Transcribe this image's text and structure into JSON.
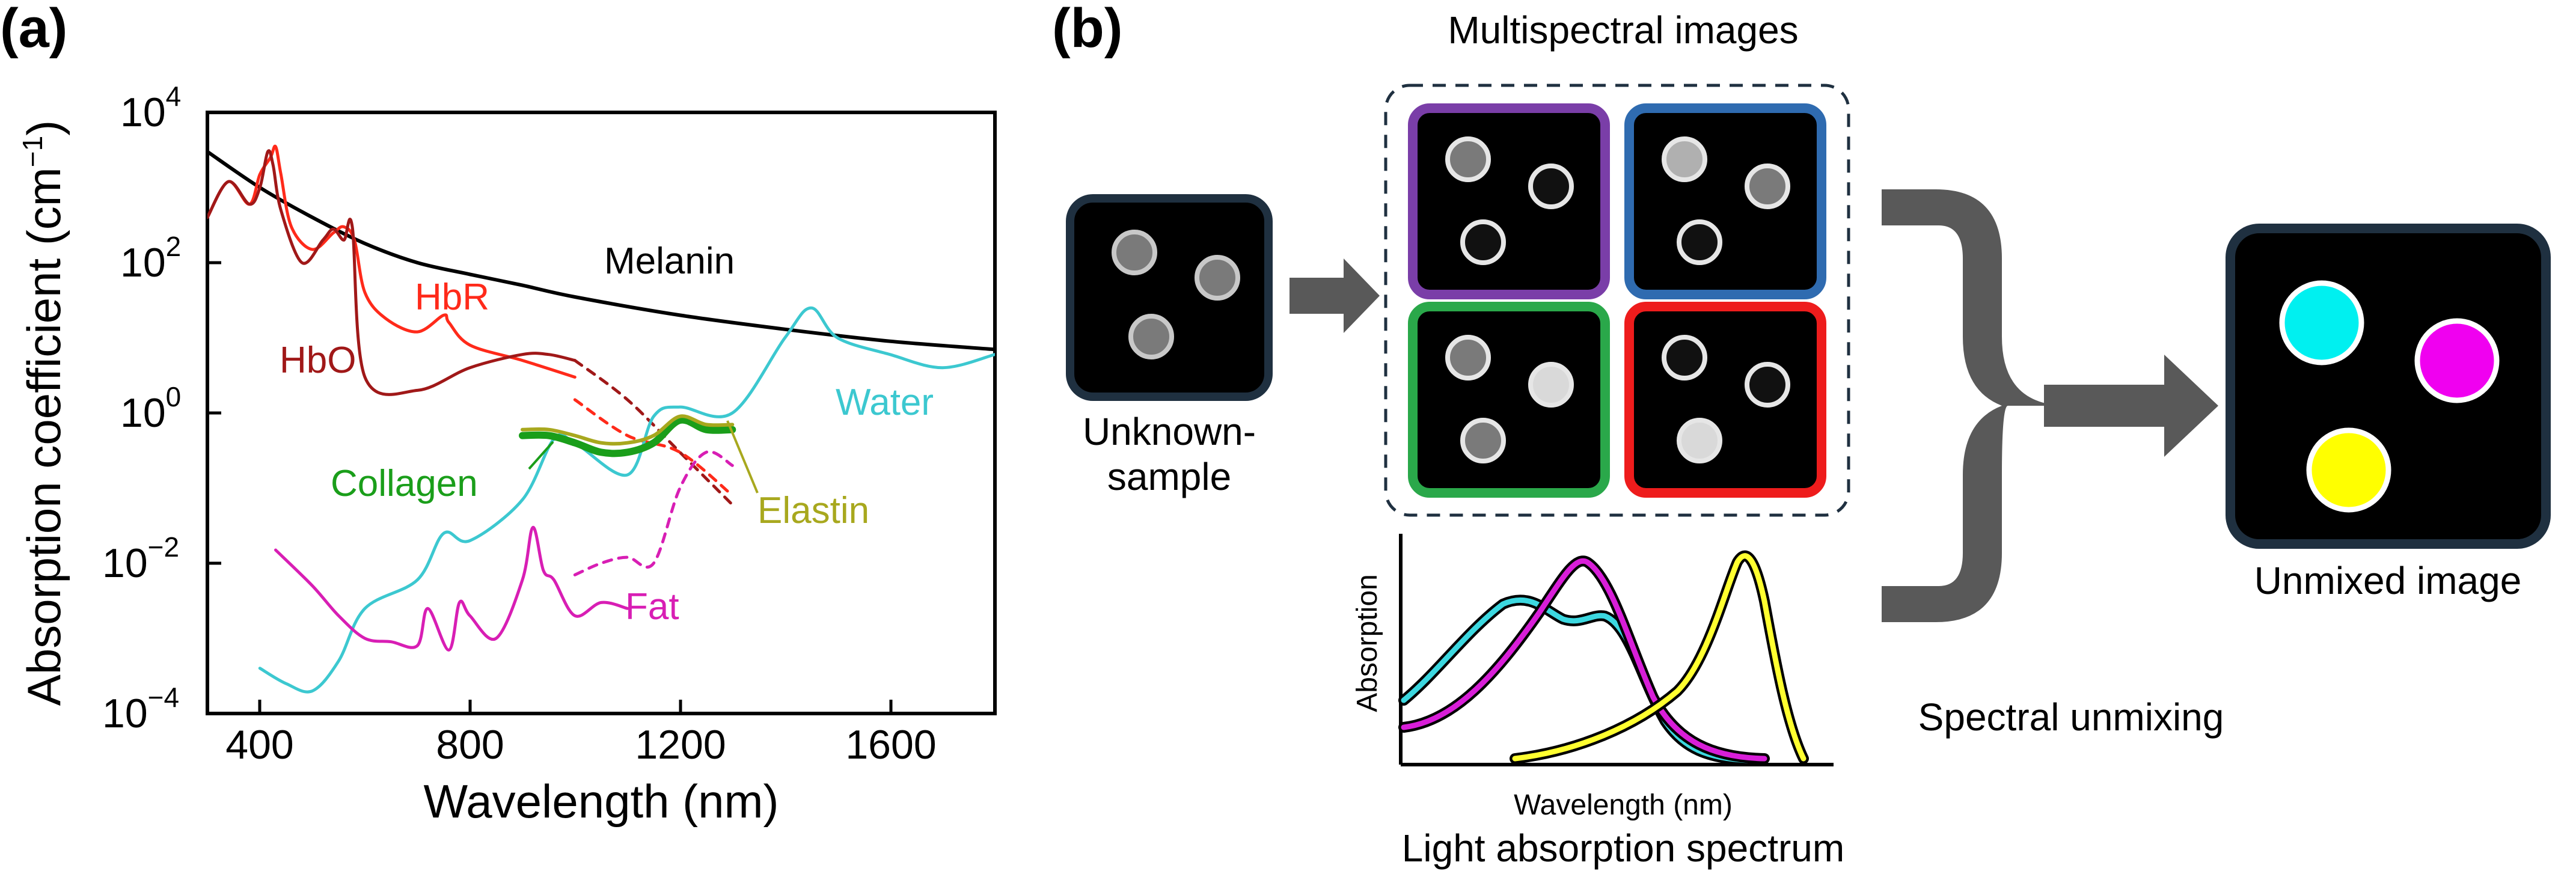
{
  "panel_a": {
    "label": "(a)",
    "ylabel_main": "Absorption coefficient (cm",
    "ylabel_sup": "−1",
    "ylabel_close": ")",
    "xlabel": "Wavelength (nm)",
    "xtick_labels": [
      "400",
      "800",
      "1200",
      "1600"
    ],
    "ytick_base": "10",
    "ytick_exponents": [
      "4",
      "2",
      "0",
      "−2",
      "−4"
    ],
    "series_labels": {
      "melanin": "Melanin",
      "hbr": "HbR",
      "hbo": "HbO",
      "water": "Water",
      "collagen": "Collagen",
      "elastin": "Elastin",
      "fat": "Fat"
    }
  },
  "panel_b": {
    "label": "(b)",
    "unknown_sample_line1": "Unknown-",
    "unknown_sample_line2": "sample",
    "multispectral_title": "Multispectral images",
    "spectrum_ylabel": "Absorption",
    "spectrum_xlabel": "Wavelength (nm)",
    "spectrum_title": "Light absorption spectrum",
    "spectral_unmixing": "Spectral unmixing",
    "unmixed_image": "Unmixed image"
  },
  "colors": {
    "melanin": "#000000",
    "hbr": "#ff2a1a",
    "hbo": "#a01818",
    "water": "#3cc8d0",
    "collagen": "#1a9e1a",
    "elastin": "#a8a81e",
    "fat": "#d81eb4",
    "box_navy": "#1f3040",
    "frame_purple": "#7a3ea8",
    "frame_blue": "#2f6bb0",
    "frame_green": "#2aa84a",
    "frame_red": "#ee1c1c",
    "arrow_gray": "#595959",
    "cyan": "#00f0f0",
    "magenta": "#f000f0",
    "yellow": "#ffff00"
  },
  "chart_data": {
    "type": "line",
    "title": "",
    "xlabel": "Wavelength (nm)",
    "ylabel": "Absorption coefficient (cm−1)",
    "yscale": "log",
    "xlim": [
      300,
      1800
    ],
    "ylim": [
      0.0001,
      10000
    ],
    "xticks": [
      400,
      800,
      1200,
      1600
    ],
    "yticks": [
      0.0001,
      0.01,
      1,
      100,
      10000
    ],
    "grid": false,
    "series": [
      {
        "name": "Melanin",
        "x": [
          300,
          400,
          500,
          600,
          700,
          800,
          900,
          1000,
          1200,
          1400,
          1600,
          1800
        ],
        "y": [
          3000,
          1000,
          400,
          180,
          100,
          70,
          50,
          35,
          20,
          13,
          9,
          7
        ]
      },
      {
        "name": "HbR",
        "x": [
          300,
          340,
          380,
          400,
          420,
          430,
          440,
          460,
          500,
          540,
          560,
          580,
          600,
          640,
          700,
          750,
          760,
          800,
          900,
          1000
        ],
        "y": [
          400,
          1200,
          600,
          1500,
          2500,
          3500,
          1500,
          300,
          150,
          250,
          300,
          200,
          40,
          18,
          12,
          20,
          16,
          8,
          5,
          3
        ]
      },
      {
        "name": "HbO",
        "x": [
          300,
          340,
          380,
          400,
          415,
          425,
          440,
          480,
          520,
          540,
          560,
          576,
          600,
          700,
          800,
          900,
          950,
          1000
        ],
        "y": [
          400,
          1200,
          600,
          1000,
          3000,
          2000,
          500,
          100,
          200,
          280,
          200,
          300,
          3,
          2,
          4,
          6,
          6,
          5
        ]
      },
      {
        "name": "HbO (extrapolated)",
        "x": [
          1000,
          1100,
          1200,
          1300
        ],
        "y": [
          5,
          1.5,
          0.3,
          0.06
        ]
      },
      {
        "name": "HbR (extrapolated)",
        "x": [
          1000,
          1100,
          1200,
          1300
        ],
        "y": [
          1.5,
          0.5,
          0.3,
          0.08
        ]
      },
      {
        "name": "Water",
        "x": [
          400,
          450,
          500,
          550,
          600,
          700,
          750,
          800,
          900,
          960,
          1000,
          1100,
          1150,
          1200,
          1300,
          1400,
          1450,
          1500,
          1600,
          1700,
          1800
        ],
        "y": [
          0.0004,
          0.00025,
          0.0002,
          0.0005,
          0.0025,
          0.006,
          0.025,
          0.02,
          0.07,
          0.45,
          0.4,
          0.15,
          0.9,
          1.2,
          1.0,
          10,
          25,
          10,
          6,
          4,
          6
        ]
      },
      {
        "name": "Collagen",
        "x": [
          900,
          950,
          1000,
          1050,
          1100,
          1150,
          1200,
          1250,
          1300
        ],
        "y": [
          0.5,
          0.5,
          0.4,
          0.3,
          0.3,
          0.4,
          0.8,
          0.6,
          0.6
        ]
      },
      {
        "name": "Elastin",
        "x": [
          900,
          950,
          1000,
          1050,
          1100,
          1150,
          1200,
          1250,
          1300
        ],
        "y": [
          0.6,
          0.6,
          0.5,
          0.4,
          0.4,
          0.5,
          0.9,
          0.7,
          0.7
        ]
      },
      {
        "name": "Fat",
        "x": [
          430,
          500,
          550,
          600,
          650,
          700,
          720,
          760,
          780,
          800,
          850,
          900,
          920,
          940,
          960,
          1000,
          1050,
          1100
        ],
        "y": [
          0.015,
          0.005,
          0.002,
          0.001,
          0.0009,
          0.0008,
          0.0025,
          0.0007,
          0.003,
          0.002,
          0.001,
          0.006,
          0.03,
          0.008,
          0.006,
          0.002,
          0.003,
          0.0025
        ]
      },
      {
        "name": "Fat (extrapolated)",
        "x": [
          1000,
          1050,
          1100,
          1150,
          1200,
          1250,
          1300
        ],
        "y": [
          0.007,
          0.01,
          0.012,
          0.01,
          0.1,
          0.3,
          0.2
        ]
      }
    ]
  }
}
